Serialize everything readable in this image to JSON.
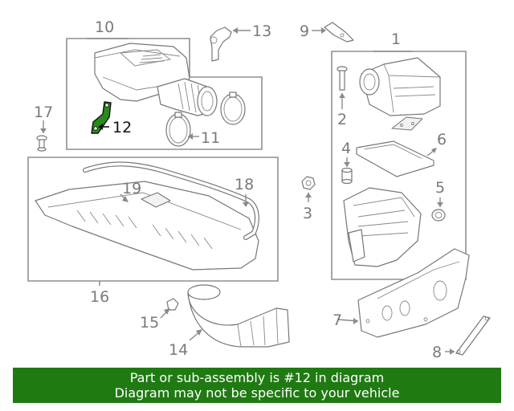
{
  "callouts": {
    "c1": "1",
    "c2": "2",
    "c3": "3",
    "c4": "4",
    "c5": "5",
    "c6": "6",
    "c7": "7",
    "c8": "8",
    "c9": "9",
    "c10": "10",
    "c11": "11",
    "c12": "12",
    "c13": "13",
    "c14": "14",
    "c15": "15",
    "c16": "16",
    "c17": "17",
    "c18": "18",
    "c19": "19"
  },
  "highlight": {
    "part": "12",
    "color": "#1f7a12"
  },
  "banner": {
    "line1": "Part or sub-assembly is #12 in diagram",
    "line2": "Diagram may not be specific to your vehicle",
    "background": "#1f7a12"
  }
}
